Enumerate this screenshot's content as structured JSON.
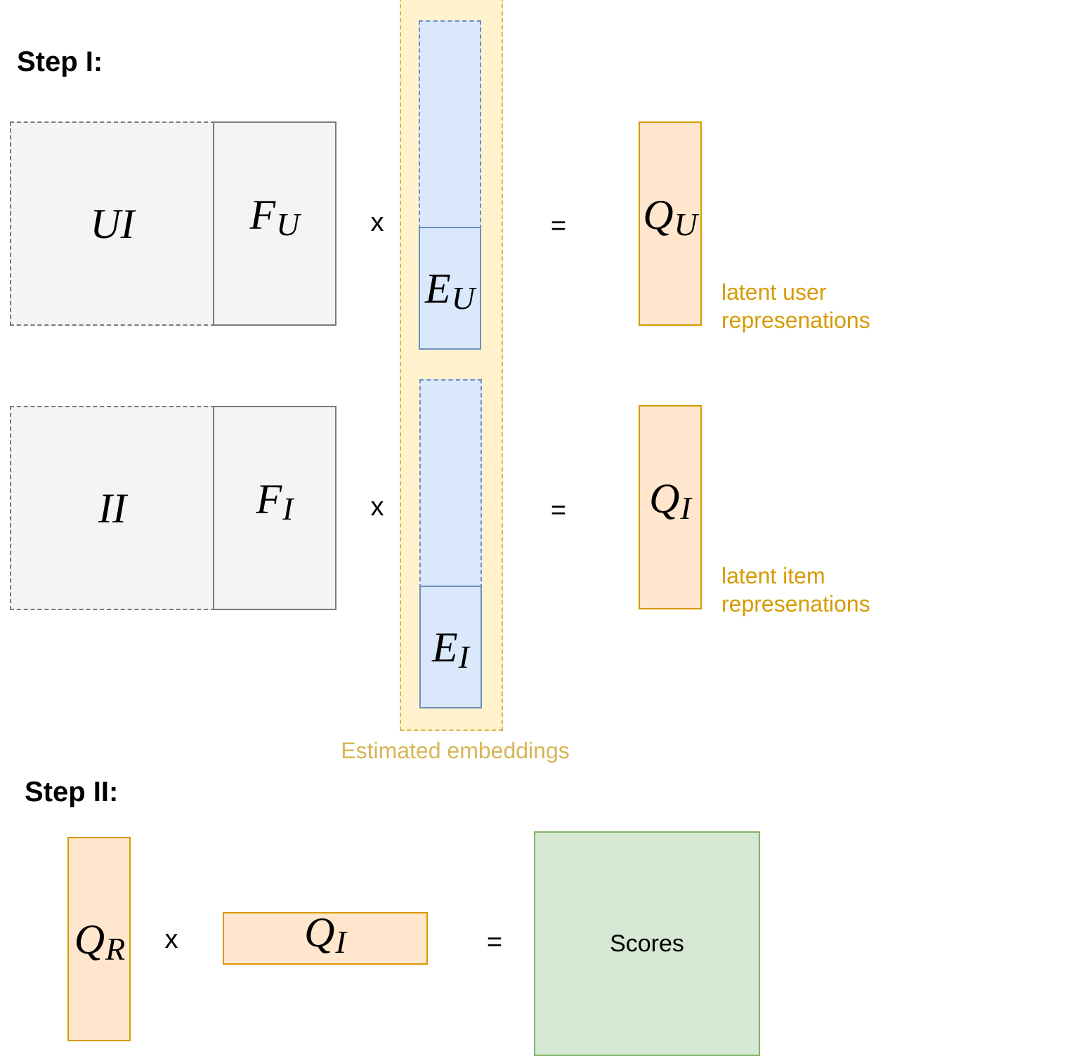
{
  "step1": {
    "label": "Step I:",
    "row_user": {
      "interaction": {
        "base": "UI",
        "sub": ""
      },
      "features": {
        "base": "F",
        "sub": "U"
      },
      "times": "x",
      "embedding": {
        "base": "E",
        "sub": "U"
      },
      "equals": "=",
      "result": {
        "base": "Q",
        "sub": "U"
      },
      "annotation_line1": "latent user",
      "annotation_line2": "represenations"
    },
    "row_item": {
      "interaction": {
        "base": "II",
        "sub": ""
      },
      "features": {
        "base": "F",
        "sub": "I"
      },
      "times": "x",
      "embedding": {
        "base": "E",
        "sub": "I"
      },
      "equals": "=",
      "result": {
        "base": "Q",
        "sub": "I"
      },
      "annotation_line1": "latent item",
      "annotation_line2": "represenations"
    },
    "embeddings_caption": "Estimated embeddings"
  },
  "step2": {
    "label": "Step II:",
    "left": {
      "base": "Q",
      "sub": "R"
    },
    "times": "x",
    "right": {
      "base": "Q",
      "sub": "I"
    },
    "equals": "=",
    "result_label": "Scores"
  },
  "colors": {
    "gray_fill": "#f4f4f4",
    "gray_stroke": "#7a7a7a",
    "blue_fill": "#dae8fc",
    "blue_stroke": "#6c8ebf",
    "yellow_fill": "#fff2cc",
    "yellow_stroke": "#d6b656",
    "orange_fill": "#ffe6cc",
    "orange_stroke": "#d79b00",
    "green_fill": "#d5e8d4",
    "green_stroke": "#82b366"
  }
}
